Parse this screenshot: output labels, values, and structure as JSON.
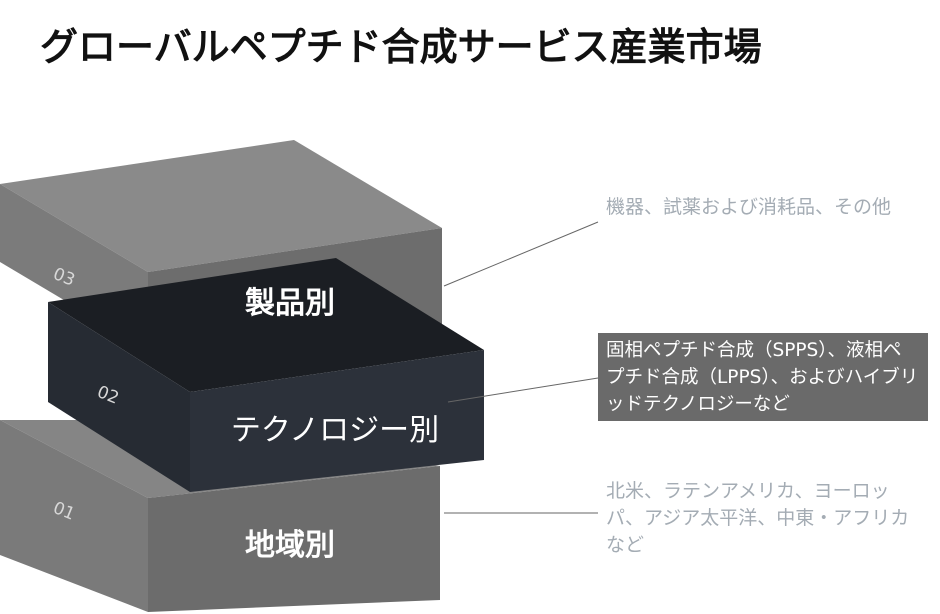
{
  "title": "グローバルペプチド合成サービス産業市場",
  "colors": {
    "gray_front": "#7a7a7a",
    "gray_top": "#8a8a8a",
    "gray_side": "#6c6c6c",
    "dark_front": "#232830",
    "dark_top": "#1a1d22",
    "dark_side": "#2c313a",
    "desc_text": "#a4acb4",
    "highlight_bg": "#6a6a6a"
  },
  "layers": [
    {
      "number": "03",
      "label": "製品別",
      "description": "機器、試薬および消耗品、その他"
    },
    {
      "number": "02",
      "label": "テクノロジー別",
      "description": "固相ペプチド合成（SPPS）、液相ペプチド合成（LPPS）、およびハイブリッドテクノロジーなど"
    },
    {
      "number": "01",
      "label": "地域別",
      "description": "北米、ラテンアメリカ、ヨーロッパ、アジア太平洋、中東・アフリカなど"
    }
  ]
}
